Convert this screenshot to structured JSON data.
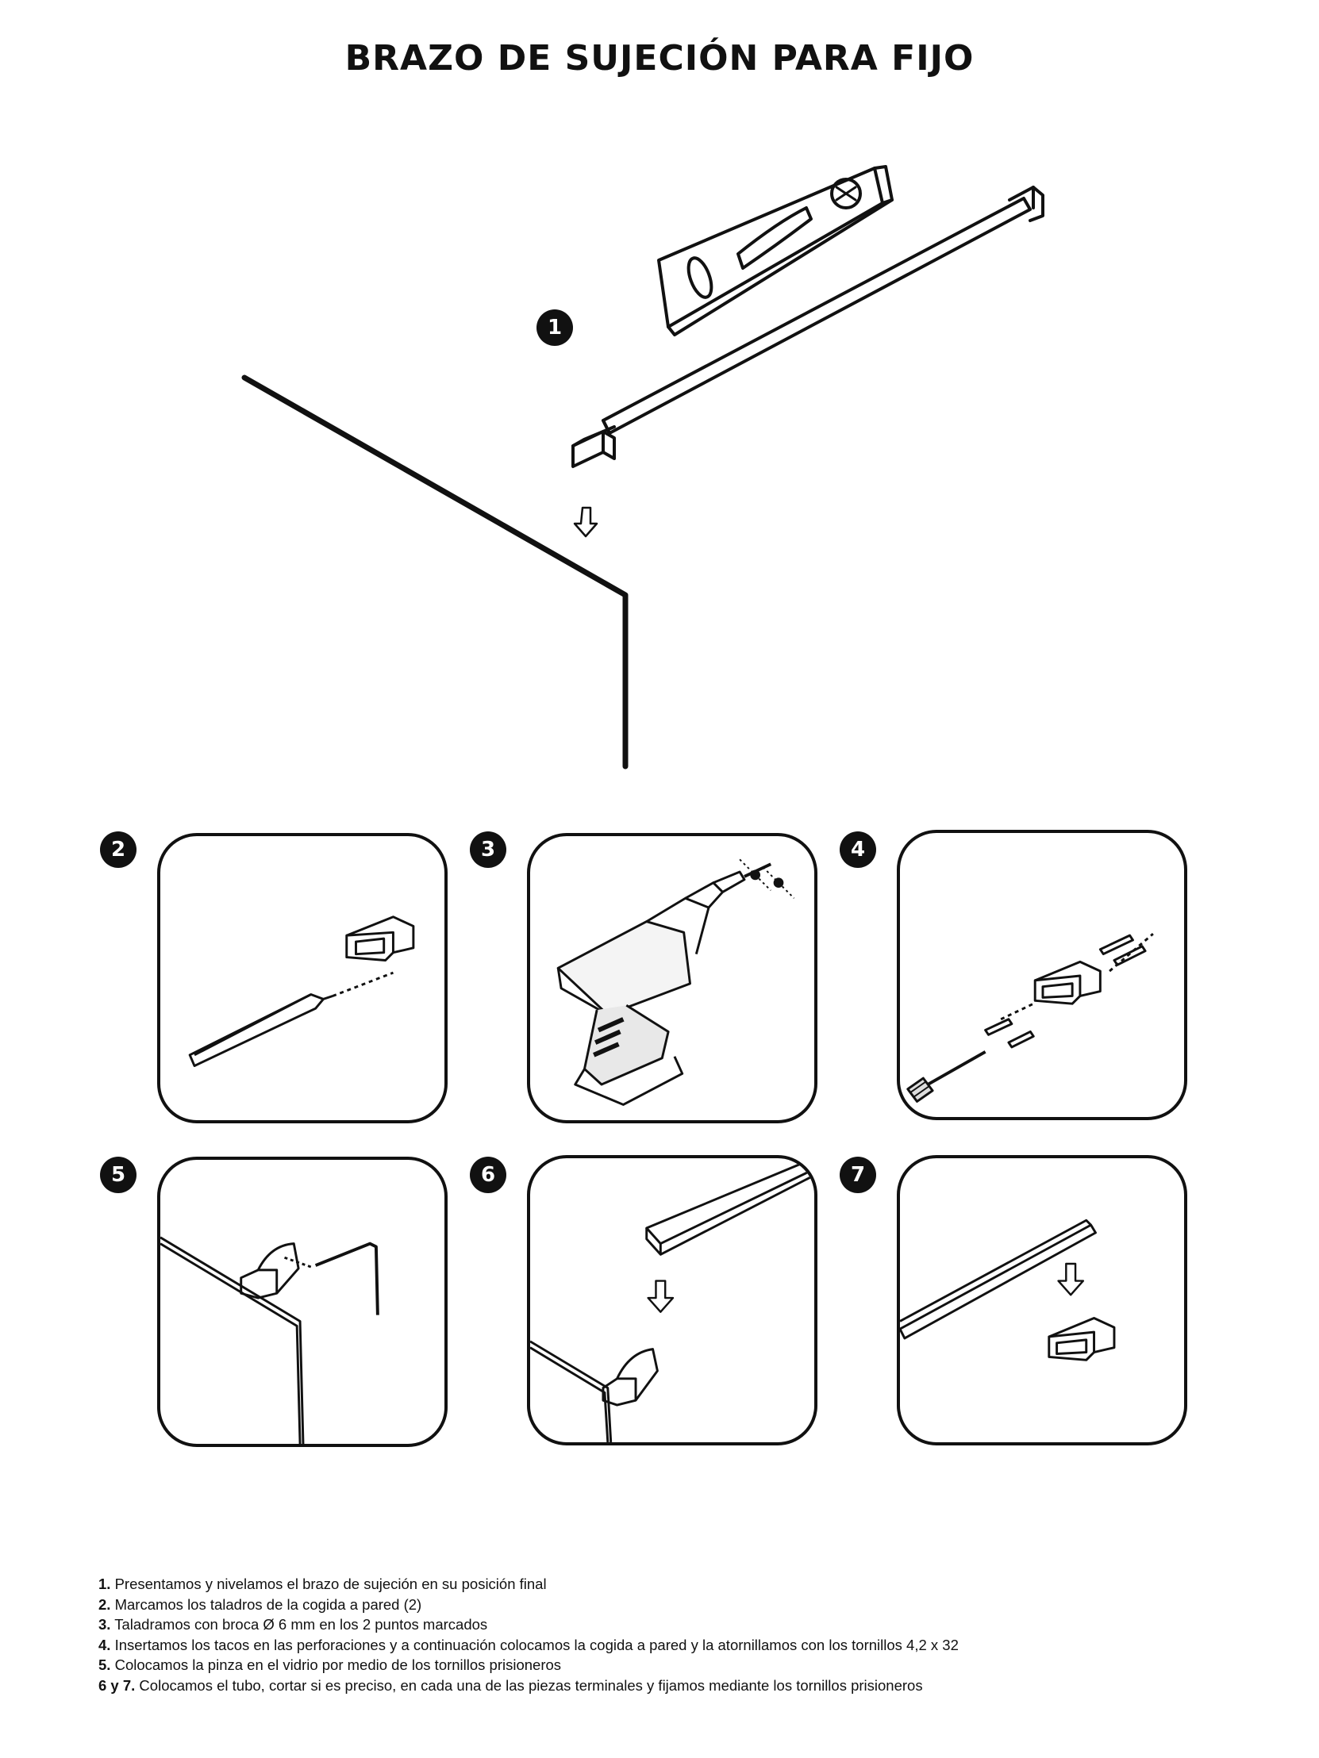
{
  "title": "BRAZO DE SUJECIÓN PARA FIJO",
  "steps": [
    {
      "badge": "1",
      "icon": "level-and-bar-icon"
    },
    {
      "badge": "2",
      "icon": "pencil-marking-icon"
    },
    {
      "badge": "3",
      "icon": "drill-icon"
    },
    {
      "badge": "4",
      "icon": "screwdriver-icon"
    },
    {
      "badge": "5",
      "icon": "allen-key-icon"
    },
    {
      "badge": "6",
      "icon": "tube-insert-icon"
    },
    {
      "badge": "7",
      "icon": "tube-fix-icon"
    }
  ],
  "instructions": [
    {
      "num": "1.",
      "text": " Presentamos y nivelamos el brazo de sujeción en su posición final"
    },
    {
      "num": "2.",
      "text": " Marcamos los taladros de la cogida a pared (2)"
    },
    {
      "num": "3.",
      "text": " Taladramos con broca Ø 6 mm en los 2 puntos marcados"
    },
    {
      "num": "4.",
      "text": " Insertamos los tacos en las perforaciones y a continuación colocamos la cogida a pared y la atornillamos con los tornillos 4,2 x 32"
    },
    {
      "num": "5.",
      "text": " Colocamos la pinza en el vidrio por medio de los tornillos prisioneros"
    },
    {
      "num": "6 y 7.",
      "text": " Colocamos el tubo, cortar si es preciso, en cada una de las piezas terminales y fijamos mediante los tornillos prisioneros"
    }
  ]
}
